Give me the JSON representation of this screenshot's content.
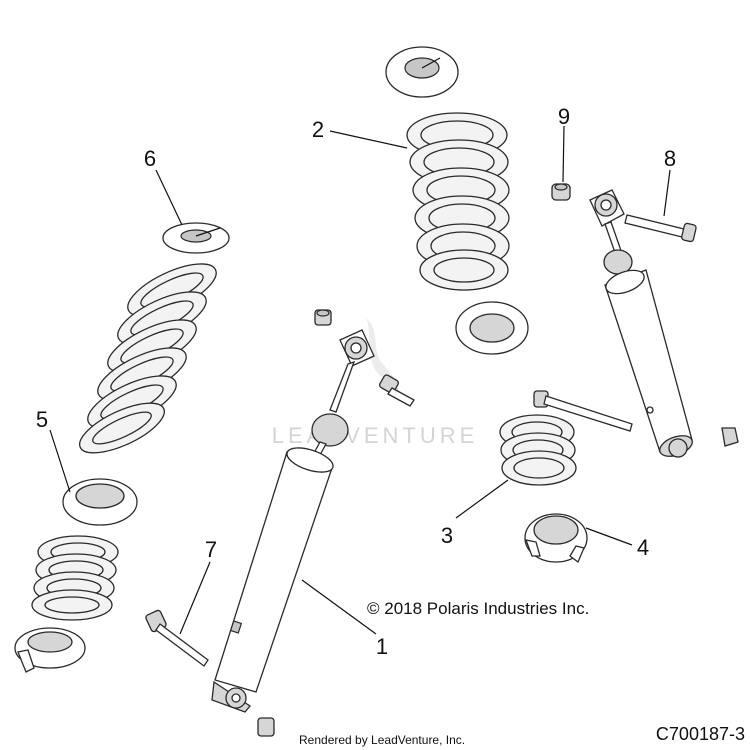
{
  "callouts": [
    {
      "id": "1",
      "label": "1"
    },
    {
      "id": "2",
      "label": "2"
    },
    {
      "id": "3",
      "label": "3"
    },
    {
      "id": "4",
      "label": "4"
    },
    {
      "id": "5",
      "label": "5"
    },
    {
      "id": "6",
      "label": "6"
    },
    {
      "id": "7",
      "label": "7"
    },
    {
      "id": "8",
      "label": "8"
    },
    {
      "id": "9",
      "label": "9"
    }
  ],
  "copyright": "© 2018 Polaris Industries Inc.",
  "figure_code": "C700187-3",
  "rendered_by": "Rendered by LeadVenture, Inc.",
  "watermark": "LEADVENTURE"
}
